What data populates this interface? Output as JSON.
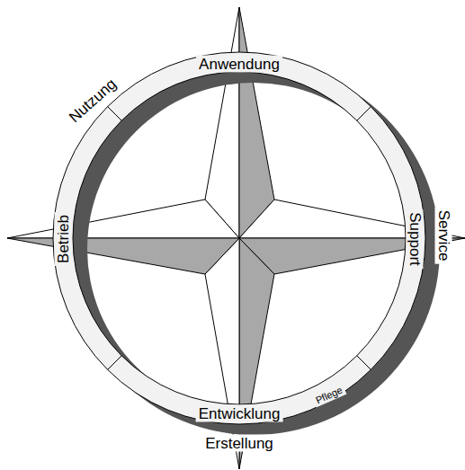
{
  "diagram": {
    "labels": [
      "Anwendung",
      "Nutzung",
      "Betrieb",
      "Support",
      "Service",
      "Entwicklung",
      "Pflege",
      "Erstellung"
    ]
  }
}
